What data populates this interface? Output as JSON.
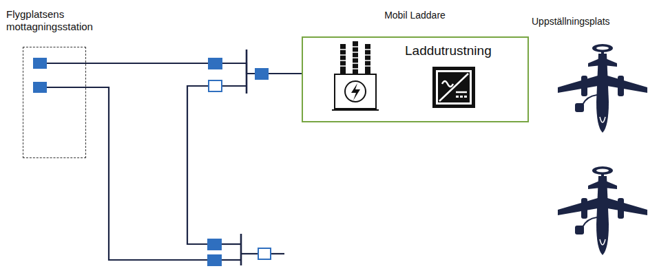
{
  "diagram": {
    "nodes": [
      {
        "text": [
          "Flygplatsens mottagningsstation"
        ]
      },
      {
        "text": [
          "Mobil Laddare",
          "Laddutrustning"
        ]
      }
    ],
    "edges": [
      {
        "from": 0,
        "to": 1,
        "arrow": "none"
      }
    ],
    "labels": [
      "Uppställningsplats"
    ]
  }
}
